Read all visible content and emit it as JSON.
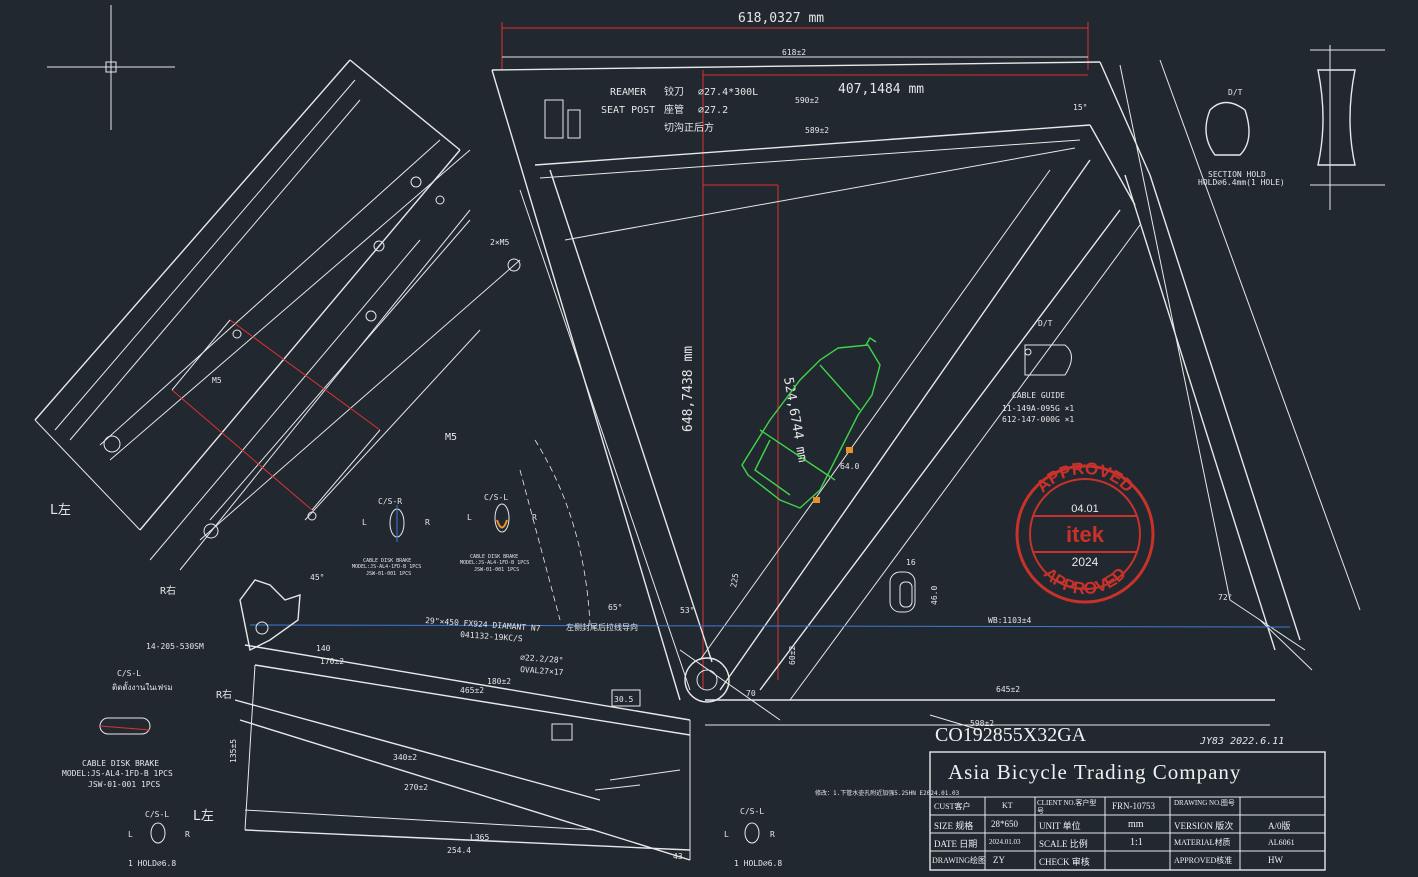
{
  "dimensions": {
    "top_overall": "618,0327 mm",
    "top_tube_nominal": "618±2",
    "top_tube_effective": "407,1484 mm",
    "vertical_measure": "648,7438 mm",
    "downtube_diag": "524,6744 mm",
    "wheelbase": "WB:1103±4",
    "chainstay_proj": "645±2",
    "bottom_598": "598±2",
    "dim_590": "590±2",
    "dim_589": "589±2",
    "dim_16": "16",
    "dim_46": "46.0",
    "dim_64": "64.0",
    "dim_225": "225",
    "dim_60": "60±2",
    "dim_70": "70",
    "dim_53": "53°",
    "dim_72": "72°",
    "dim_65": "65°",
    "dim_15": "15°",
    "dim_45": "45°",
    "dim_140": "140",
    "dim_170": "170±2",
    "dim_180": "180±2",
    "dim_465": "465±2",
    "dim_340": "340±2",
    "dim_270": "270±2",
    "dim_254": "254.4",
    "dim_365": "L365",
    "dim_43": "43",
    "dim_1355": "135±5",
    "dim_3050": "30.5"
  },
  "notes": {
    "reamer_label": "REAMER",
    "reamer_cn": "铰刀",
    "reamer_value": "⌀27.4*300L",
    "seatpost_label": "SEAT POST",
    "seatpost_cn": "座管",
    "seatpost_value": "⌀27.2",
    "cut_note": "切沟正后方",
    "tire_note": "29\"×450 FX924 DIAMANT N7",
    "tire_code": "041132-19KC/S",
    "oval_note": "⌀22.2/28°",
    "oval_note2": "OVAL27×17",
    "m5": "M5",
    "m5_2": "M5",
    "m5_3": "2×M5",
    "sm": "14-205-530SM",
    "l_left": "L左",
    "r_right": "R右",
    "l_left2": "L左",
    "r_right2": "R右",
    "bracket_note": "左侧封尾后拉线导向"
  },
  "cable_guide": {
    "title": "D/T",
    "label": "CABLE GUIDE",
    "part1": "11-149A-095G ×1",
    "part2": "612-147-000G ×1"
  },
  "section_hold": {
    "title": "D/T",
    "label": "SECTION HOLD",
    "sub": "HOLD⌀6.4mm(1 HOLE)"
  },
  "disk_brake_left": {
    "title": "C/S-R",
    "l": "L",
    "r": "R",
    "line1": "CABLE DISK BRAKE",
    "line2": "MODEL:JS-AL4-1FD-B 1PCS",
    "line3": "JSW-01-001 1PCS"
  },
  "disk_brake_right": {
    "title": "C/S-L",
    "l": "L",
    "r": "R",
    "line1": "CABLE DISK BRAKE",
    "line2": "MODEL:JS-AL4-1FD-B 1PCS",
    "line3": "JSW-01-001 1PCS"
  },
  "bottom_left_brake": {
    "title": "C/S-L",
    "sub": "ติดตั้งงานในเฟรม",
    "line1": "CABLE DISK BRAKE",
    "line2": "MODEL:JS-AL4-1FD-B 1PCS",
    "line3": "JSW-01-001 1PCS"
  },
  "bottom_hold_left": {
    "title": "C/S-L",
    "l": "L",
    "r": "R",
    "hold": "1 HOLD⌀6.8"
  },
  "bottom_hold_right": {
    "title": "C/S-L",
    "l": "L",
    "r": "R",
    "hold": "1 HOLD⌀6.8"
  },
  "stamp": {
    "top": "APPROVED",
    "date": "04.01",
    "brand": "itek",
    "year": "2024",
    "bottom": "APPROVED",
    "color": "#c8322a"
  },
  "title_block": {
    "drawing_code": "CO192855X32GA",
    "signature": "JY83 2022.6.11",
    "company": "Asia Bicycle Trading Company",
    "cust_label": "CUST客户",
    "cust_value": "KT",
    "client_label": "CLIENT NO.客户型号",
    "client_value": "FRN-10753",
    "drawing_label": "DRAWING NO.图号",
    "drawing_value": "",
    "size_label": "SIZE 规格",
    "size_value": "28*650",
    "unit_label": "UNIT 单位",
    "unit_value": "mm",
    "version_label": "VERSION 版次",
    "version_value": "A/0版",
    "date_label": "DATE 日期",
    "date_value": "2024.01.03",
    "scale_label": "SCALE 比例",
    "scale_value": "1:1",
    "material_label": "MATERIAL材质",
    "material_value": "AL6061",
    "drawing_by_label": "DRAWING绘图",
    "drawing_by_value": "ZY",
    "check_label": "CHECK 审核",
    "check_value": "",
    "approved_label": "APPROVED核准",
    "approved_value": "HW"
  },
  "revision_note": "修改：1.下管水壶孔附近加强5.25HN E2024.01.03",
  "colors": {
    "background": "#212830",
    "line": "#e8e8e8",
    "red": "#e03030",
    "green": "#3fd44a",
    "blue": "#3d7bd8",
    "stamp": "#c8322a"
  }
}
